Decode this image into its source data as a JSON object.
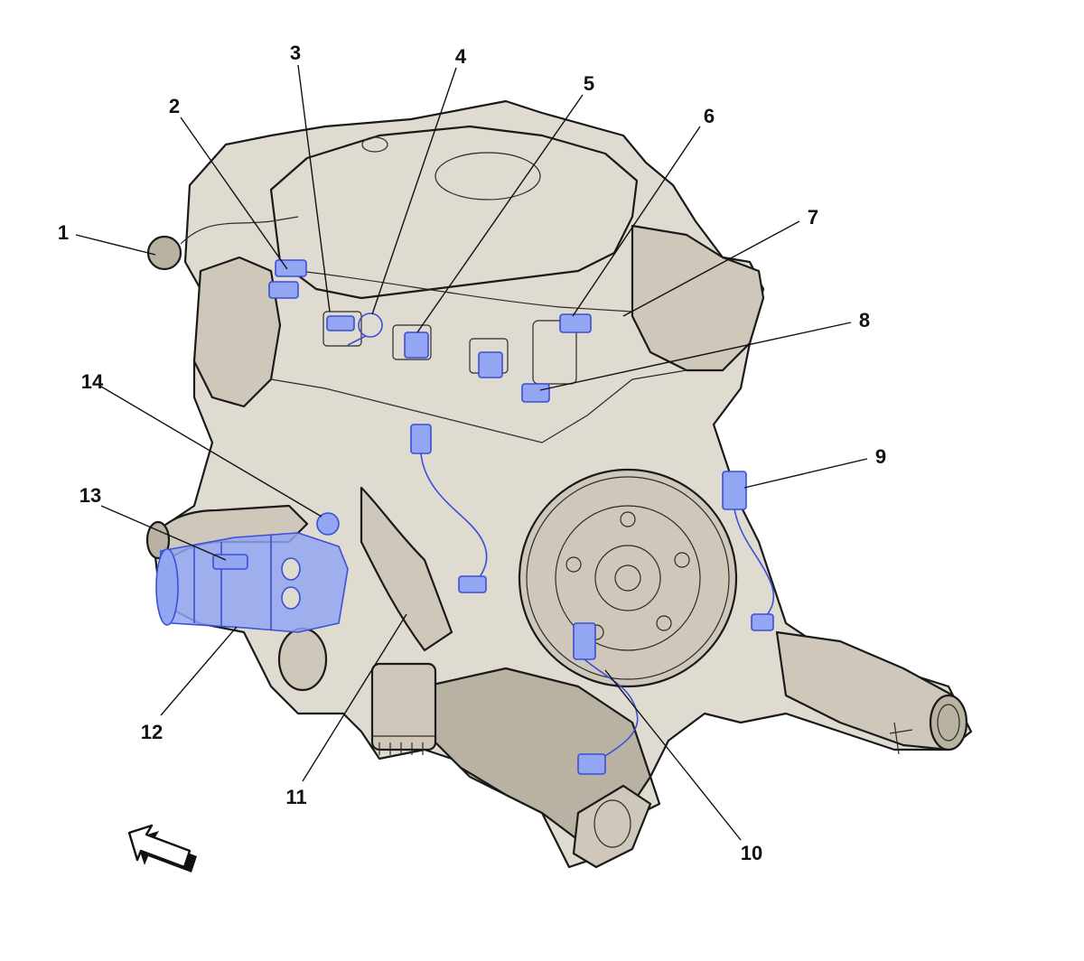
{
  "colors": {
    "engine_fill": "#e0dbd0",
    "engine_shade": "#cfc8ba",
    "engine_dark": "#b9b1a1",
    "highlight_fill": "#93a6f2",
    "highlight_stroke": "#3a4fd8",
    "ink": "#111111"
  },
  "callouts": [
    {
      "id": "1",
      "label": "1"
    },
    {
      "id": "2",
      "label": "2"
    },
    {
      "id": "3",
      "label": "3"
    },
    {
      "id": "4",
      "label": "4"
    },
    {
      "id": "5",
      "label": "5"
    },
    {
      "id": "6",
      "label": "6"
    },
    {
      "id": "7",
      "label": "7"
    },
    {
      "id": "8",
      "label": "8"
    },
    {
      "id": "9",
      "label": "9"
    },
    {
      "id": "10",
      "label": "10"
    },
    {
      "id": "11",
      "label": "11"
    },
    {
      "id": "12",
      "label": "12"
    },
    {
      "id": "13",
      "label": "13"
    },
    {
      "id": "14",
      "label": "14"
    }
  ],
  "icons": {
    "orientation": "front-direction-arrow-icon"
  }
}
